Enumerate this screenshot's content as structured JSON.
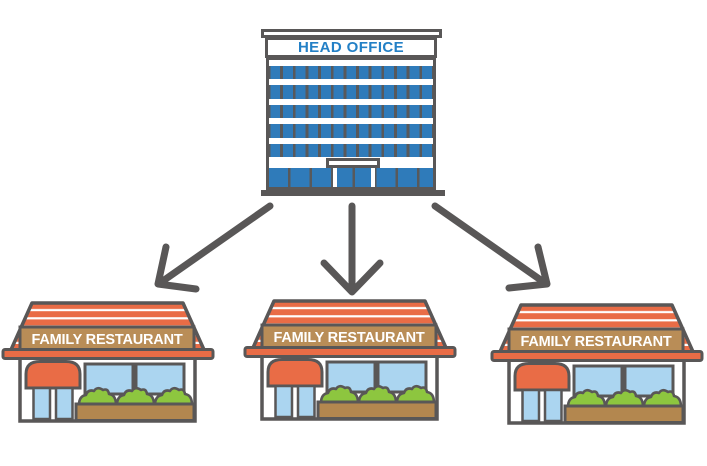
{
  "diagram": {
    "title_implicit": "Head office and franchise restaurants structure",
    "head_office": {
      "label": "HEAD OFFICE",
      "label_color": "#2380c6",
      "window_color": "#2f7bba",
      "structure_color": "#58595b",
      "floors_of_windows": 5,
      "windows_per_floor": 13
    },
    "arrows": {
      "count": 3,
      "color": "#595757",
      "direction": "head-office-to-restaurants"
    },
    "branches": [
      {
        "label": "FAMILY RESTAURANT"
      },
      {
        "label": "FAMILY RESTAURANT"
      },
      {
        "label": "FAMILY RESTAURANT"
      }
    ],
    "style": {
      "outline_color": "#595757",
      "roof_color": "#e96c46",
      "roof_stripe_gap_color": "#ffffff",
      "sign_color": "#b98d57",
      "sign_text_color": "#ffffff",
      "awning_color": "#e96c46",
      "window_color": "#abd5f0",
      "door_color": "#abd5f0",
      "bush_color": "#8dc63f",
      "planter_color": "#b3874f",
      "wall_color": "#ffffff",
      "background": "#ffffff"
    }
  }
}
